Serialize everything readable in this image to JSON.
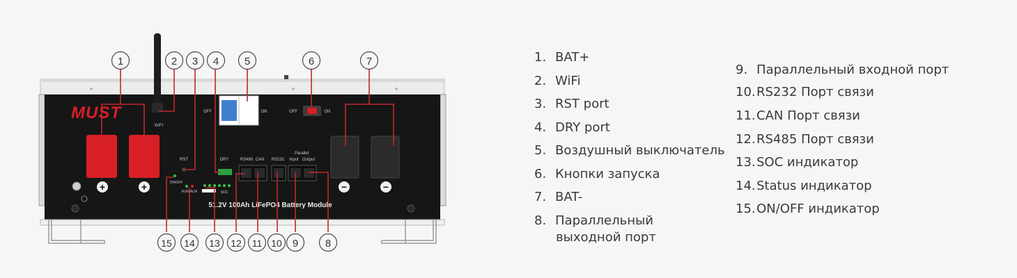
{
  "device": {
    "brand": "MUST",
    "model_label": "51.2V 100Ah LiFePO4 Battery Module",
    "panel_labels": {
      "wifi": "WIFI",
      "rst": "RST",
      "dry": "DRY",
      "rs485": "RS485",
      "can": "CAN",
      "rs232": "RS232",
      "parallel": "Parallel",
      "input": "Input",
      "output": "Output",
      "off_left": "OFF",
      "on_left": "ON",
      "off_right": "OFF",
      "on_right": "ON",
      "on_off_led": "ON/OFF",
      "run_alm": "RUN ALM",
      "soc": "SOC"
    },
    "plus_symbol": "+",
    "minus_symbol": "−"
  },
  "callouts": [
    "1",
    "2",
    "3",
    "4",
    "5",
    "6",
    "7",
    "8",
    "9",
    "10",
    "11",
    "12",
    "13",
    "14",
    "15"
  ],
  "legend": {
    "left": [
      {
        "num": "1.",
        "label": "BAT+"
      },
      {
        "num": "2.",
        "label": "WiFi"
      },
      {
        "num": "3.",
        "label": "RST port"
      },
      {
        "num": "4.",
        "label": "DRY port"
      },
      {
        "num": "5.",
        "label": "Воздушный выключатель"
      },
      {
        "num": "6.",
        "label": "Кнопки запуска"
      },
      {
        "num": "7.",
        "label": "BAT-"
      },
      {
        "num": "8.",
        "label": "Параллельный",
        "label2": "выходной порт"
      }
    ],
    "right": [
      {
        "num": "9.",
        "label": "Параллельный входной порт"
      },
      {
        "num": "10.",
        "label": "RS232 Порт связи"
      },
      {
        "num": "11.",
        "label": "CAN Порт связи"
      },
      {
        "num": "12.",
        "label": "RS485 Порт связи"
      },
      {
        "num": "13.",
        "label": "SOC индикатор"
      },
      {
        "num": "14.",
        "label": "Status индикатор"
      },
      {
        "num": "15.",
        "label": "ON/OFF индикатор"
      }
    ]
  },
  "colors": {
    "panel": "#161616",
    "case": "#f2f2f2",
    "terminal_red": "#d81f26",
    "callout_line": "#c0282e",
    "breaker_blue": "#3f7fd0",
    "led_green": "#3fbf4a"
  }
}
